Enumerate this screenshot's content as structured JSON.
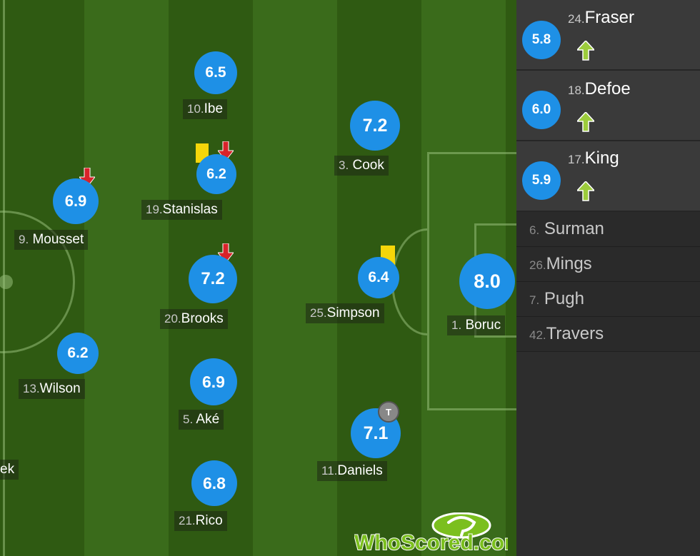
{
  "pitch_players": [
    {
      "id": "ibe",
      "rating": "6.5",
      "num": "10.",
      "name": "Ibe"
    },
    {
      "id": "stanislas",
      "rating": "6.2",
      "num": "19.",
      "name": "Stanislas"
    },
    {
      "id": "mousset",
      "rating": "6.9",
      "num": "9.",
      "name": "Mousset"
    },
    {
      "id": "brooks",
      "rating": "7.2",
      "num": "20.",
      "name": "Brooks"
    },
    {
      "id": "wilson",
      "rating": "6.2",
      "num": "13.",
      "name": "Wilson"
    },
    {
      "id": "ake",
      "rating": "6.9",
      "num": "5.",
      "name": "Aké"
    },
    {
      "id": "rico",
      "rating": "6.8",
      "num": "21.",
      "name": "Rico"
    },
    {
      "id": "cook",
      "rating": "7.2",
      "num": "3.",
      "name": "Cook"
    },
    {
      "id": "simpson",
      "rating": "6.4",
      "num": "25.",
      "name": "Simpson"
    },
    {
      "id": "daniels",
      "rating": "7.1",
      "num": "11.",
      "name": "Daniels"
    },
    {
      "id": "boruc",
      "rating": "8.0",
      "num": "1.",
      "name": "Boruc"
    }
  ],
  "partial_player": {
    "name": "ek"
  },
  "daniels_badge": "T",
  "substitutes_used": [
    {
      "rating": "5.8",
      "num": "24.",
      "name": "Fraser"
    },
    {
      "rating": "6.0",
      "num": "18.",
      "name": "Defoe"
    },
    {
      "rating": "5.9",
      "num": "17.",
      "name": "King"
    }
  ],
  "bench": [
    {
      "num": "6.",
      "name": "Surman"
    },
    {
      "num": "26.",
      "name": "Mings"
    },
    {
      "num": "7.",
      "name": "Pugh"
    },
    {
      "num": "42.",
      "name": "Travers"
    }
  ],
  "logo": {
    "text": "WhoScored.com"
  },
  "colors": {
    "rating_bubble": "#1e90e6",
    "yellow_card": "#f5d60a",
    "sub_off_arrow": "#d8232a",
    "sub_on_arrow": "#9ccc3c"
  }
}
